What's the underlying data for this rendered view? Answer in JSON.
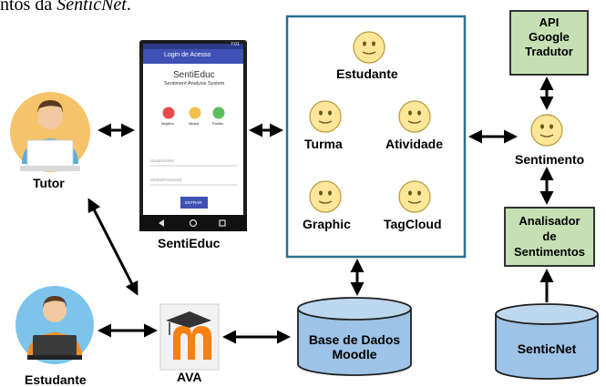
{
  "caption": {
    "prefix": "ntos da ",
    "emphasis": "SenticNet",
    "suffix": "."
  },
  "nodes": {
    "tutor": "Tutor",
    "estudante_user": "Estudante",
    "sentieduc": "SentiEduc",
    "ava": "AVA",
    "base_dados": "Base de Dados\nMoodle",
    "api": "API\nGoogle\nTradutor",
    "sentimento": "Sentimento",
    "analisador": "Analisador\nde\nSentimentos",
    "senticnet": "SenticNet"
  },
  "dashboard": {
    "estudante": "Estudante",
    "turma": "Turma",
    "atividade": "Atividade",
    "graphic": "Graphic",
    "tagcloud": "TagCloud"
  },
  "phone": {
    "status": "7:01",
    "header": "Login de Acesso",
    "app_title": "SentiEduc",
    "subtitle": "Sentiment Analysis System",
    "face_labels": [
      "Negativo",
      "Neutral",
      "Positivo"
    ],
    "user_placeholder": "Usuário/User",
    "password_placeholder": "Senha/Password",
    "button": "ENTRAR"
  },
  "colors": {
    "green_box": "#c6e0b4",
    "blue_frame": "#2e6e8e",
    "cylinder": "#9dc3e6",
    "smiley": "#ffe699",
    "app_bar": "#3f51b5"
  }
}
